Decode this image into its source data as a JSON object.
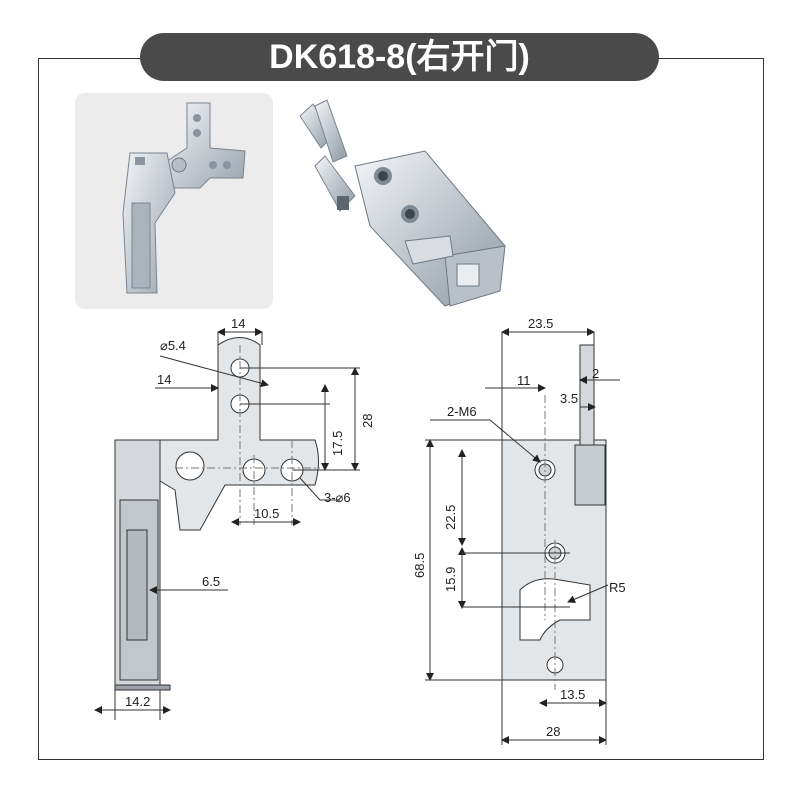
{
  "title": "DK618-8(右开门)",
  "left_view": {
    "dims": {
      "top_width": "14",
      "hole_top": "⌀5.4",
      "left_offset": "14",
      "vert_17_5": "17.5",
      "vert_28": "28",
      "holes_3": "3-⌀6",
      "spacing_10_5": "10.5",
      "dim_6_5": "6.5",
      "bottom_14_2": "14.2"
    }
  },
  "right_view": {
    "dims": {
      "top_23_5": "23.5",
      "dim_2": "2",
      "dim_11": "11",
      "dim_3_5": "3.5",
      "thread": "2-M6",
      "vert_22_5": "22.5",
      "vert_15_9": "15.9",
      "height_68_5": "68.5",
      "radius": "R5",
      "dim_13_5": "13.5",
      "width_28": "28"
    }
  },
  "colors": {
    "title_bg": "#4a4a4a",
    "metal": "#c9ccd0",
    "line": "#333333"
  }
}
